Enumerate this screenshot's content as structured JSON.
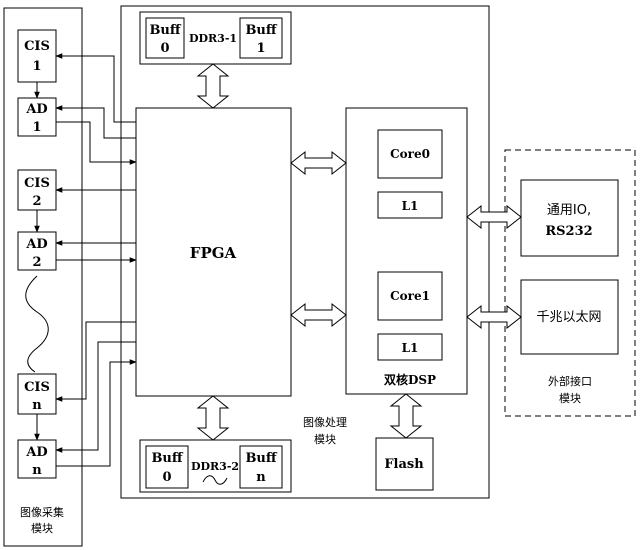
{
  "acquisition": {
    "cis1": [
      "CIS",
      "1"
    ],
    "ad1": [
      "AD",
      "1"
    ],
    "cis2": [
      "CIS",
      "2"
    ],
    "ad2": [
      "AD",
      "2"
    ],
    "cisn": [
      "CIS",
      "n"
    ],
    "adn": [
      "AD",
      "n"
    ],
    "caption": [
      "图像采集",
      "模块"
    ]
  },
  "processing": {
    "ddr_top": {
      "label": "DDR3-1",
      "buff_a": [
        "Buff",
        "0"
      ],
      "buff_b": [
        "Buff",
        "1"
      ]
    },
    "ddr_bottom": {
      "label": "DDR3-2",
      "buff_a": [
        "Buff",
        "0"
      ],
      "buff_b": [
        "Buff",
        "n"
      ]
    },
    "fpga": "FPGA",
    "dsp": {
      "core0": "Core0",
      "l1_a": "L1",
      "core1": "Core1",
      "l1_b": "L1",
      "caption": "双核DSP"
    },
    "flash": "Flash",
    "caption": [
      "图像处理",
      "模块"
    ]
  },
  "interface": {
    "io": [
      "通用IO,",
      "RS232"
    ],
    "ethernet": "千兆以太网",
    "caption": [
      "外部接口",
      "模块"
    ]
  }
}
